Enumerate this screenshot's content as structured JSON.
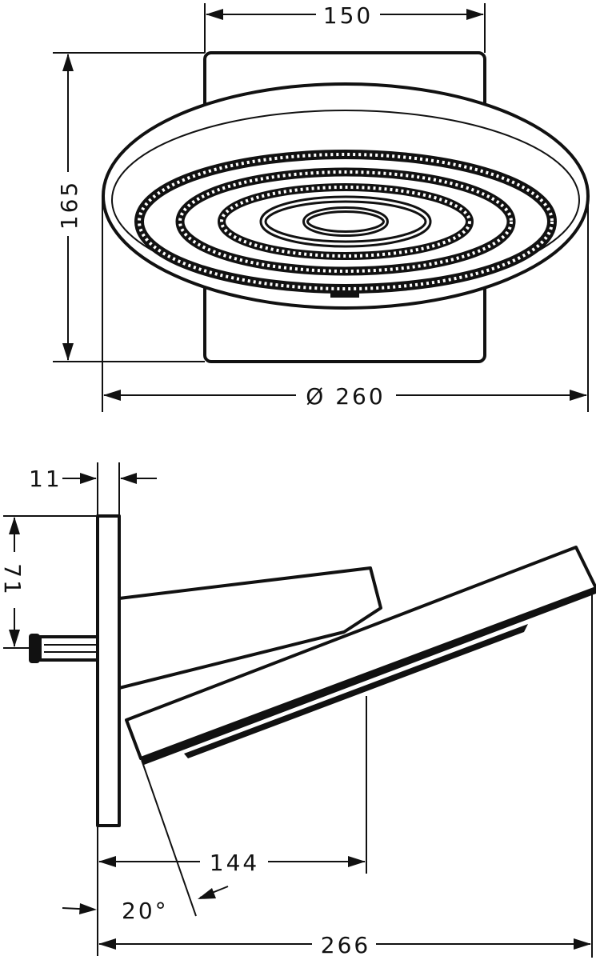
{
  "top_view": {
    "width_label": "150",
    "height_label": "165",
    "diameter_label": "Ø 260"
  },
  "side_view": {
    "plate_thickness_label": "11",
    "outlet_height_label": "71",
    "projection_label": "144",
    "angle_label": "20°",
    "total_depth_label": "266"
  },
  "colors": {
    "line": "#111111",
    "background": "#ffffff"
  }
}
